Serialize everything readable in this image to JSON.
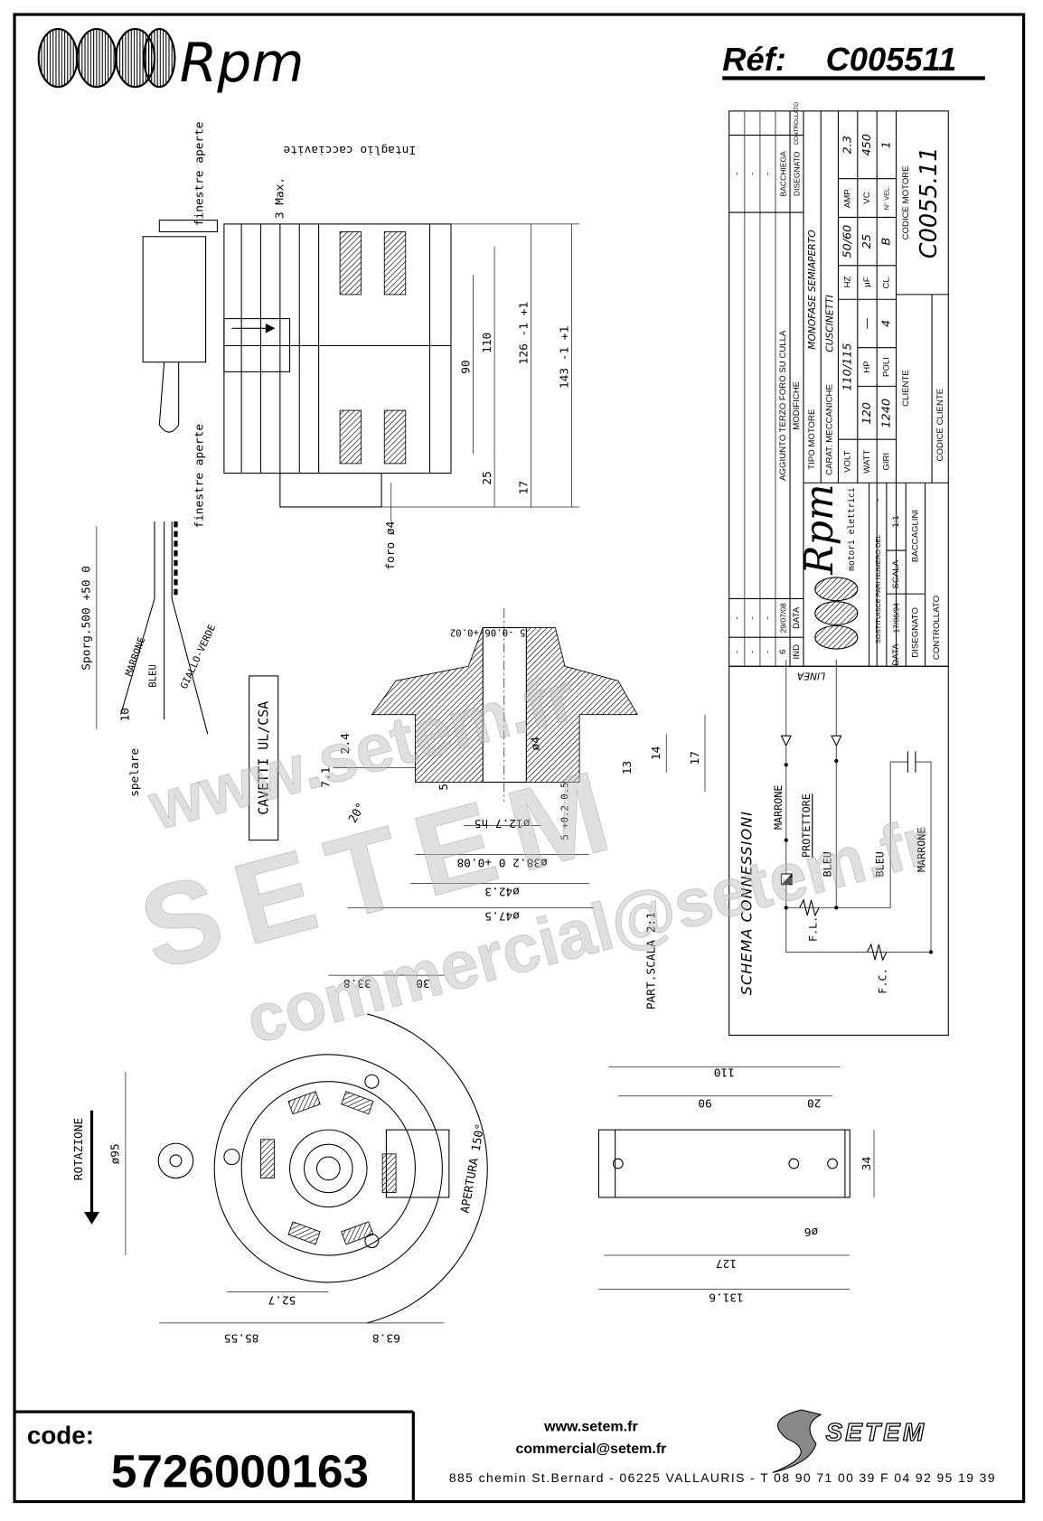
{
  "header": {
    "brand": "Rpm",
    "ref_label": "Réf:",
    "ref_value": "C005511"
  },
  "title_block": {
    "revision_headers": {
      "ind": "IND",
      "data": "DATA",
      "modifiche": "MODIFICHE",
      "disegnato": "DISEGNATO",
      "controllato": "CONTROLLATO"
    },
    "revisions": [
      {
        "ind": "-",
        "data": "-",
        "modifiche": "",
        "disegnato": "-",
        "controllato": ""
      },
      {
        "ind": "-",
        "data": "-",
        "modifiche": "",
        "disegnato": "-",
        "controllato": ""
      },
      {
        "ind": "-",
        "data": "-",
        "modifiche": "",
        "disegnato": "-",
        "controllato": ""
      },
      {
        "ind": "-",
        "data": "-",
        "modifiche": "",
        "disegnato": "-",
        "controllato": ""
      },
      {
        "ind": "6",
        "data": "29/07/08",
        "modifiche": "AGGIUNTO TERZO FORO SU CULLA",
        "disegnato": "BACCHIEGA",
        "controllato": ""
      }
    ],
    "tipo_motore_label": "TIPO MOTORE",
    "tipo_motore": "MONOFASE SEMIAPERTO",
    "carat_label": "CARAT. MECCANICHE",
    "carat": "CUSCINETTI",
    "volt_label": "VOLT",
    "volt": "110/115",
    "hz_label": "HZ",
    "hz": "50/60",
    "amp_label": "AMP.",
    "amp": "2.3",
    "watt_label": "WATT",
    "watt": "120",
    "hp_label": "HP",
    "hp": "—",
    "uf_label": "µF",
    "uf": "25",
    "vc_label": "VC",
    "vc": "450",
    "giri_label": "GIRI",
    "giri": "1240",
    "poli_label": "POLI",
    "poli": "4",
    "cl_label": "CL.",
    "cl": "B",
    "vel_label": "N° VEL.",
    "vel": "1",
    "cliente_label": "CLIENTE",
    "codice_cliente_label": "CODICE CLIENTE",
    "codice_motore_label": "CODICE MOTORE",
    "codice_motore": "C0055.11",
    "logo_brand": "Rpm",
    "logo_sub": "motori elettrici",
    "sostituisce_label": "SOSTITUISCE PARI NUMERO DEL",
    "sostituisce": "-",
    "data_label": "DATA",
    "data": "17/06/94",
    "scala_label": "SCALA",
    "scala": "1:1",
    "disegnato_label": "DISEGNATO",
    "disegnato": "BACCAGLINI",
    "controllato_label": "CONTROLLATO"
  },
  "schema": {
    "title": "SCHEMA CONNESSIONI",
    "linea": "LINEA",
    "marrone_1": "MARRONE",
    "protettore": "PROTETTORE",
    "bleu_1": "BLEU",
    "bleu_2": "BLEU",
    "marrone_2": "MARRONE",
    "fl": "F.L.",
    "fc": "F.C."
  },
  "drawing": {
    "intaglio": "Intaglio cacciavite",
    "finestre_1": "finestre aperte",
    "finestre_2": "finestre aperte",
    "max3": "3 Max.",
    "d90": "90",
    "d110": "110",
    "d126": "126 -1 +1",
    "d143": "143 -1 +1",
    "d25": "25",
    "d17": "17",
    "foro": "foro ø4",
    "sporg": "Sporg.500 +50 0",
    "marrone": "MARRONE",
    "bleu": "BLEU",
    "giallo_verde": "GIALLO-VERDE",
    "d10": "10",
    "spelare": "spelare",
    "cavetti": "CAVETTI UL/CSA",
    "part_scala": "PART.SCALA 2:1",
    "p5": "5 -0.06 +0.02",
    "p24": "2.4",
    "p71": "7.1",
    "p20deg": "20°",
    "p4": "ø4",
    "p5b": "5",
    "p14": "14",
    "p13": "13",
    "p17": "17",
    "p5c": "5 +0.2 0.5",
    "p127": "ø12.7 h5",
    "p382": "ø38.2 0 +0.08",
    "p423": "ø42.3",
    "p475": "ø47.5",
    "rotazione": "ROTAZIONE",
    "f95": "ø95",
    "apertura": "APERTURA 150°",
    "f338": "33.8",
    "f30": "30",
    "f527": "52.7",
    "f8555": "85.55",
    "f638": "63.8",
    "b110": "110",
    "b90": "90",
    "b20": "20",
    "b34": "34",
    "b6": "ø6",
    "b127": "127",
    "b1316": "131.6"
  },
  "watermark": {
    "site": "www.setem.fr",
    "brand": "SETEM",
    "email": "commercial@setem.fr"
  },
  "footer": {
    "code_label": "code:",
    "code": "5726000163",
    "website": "www.setem.fr",
    "email": "commercial@setem.fr",
    "address": "885 chemin St.Bernard  -  06225 VALLAURIS  -  T 08 90 71 00 39   F 04 92 95 19 39",
    "brand": "SETEM"
  }
}
